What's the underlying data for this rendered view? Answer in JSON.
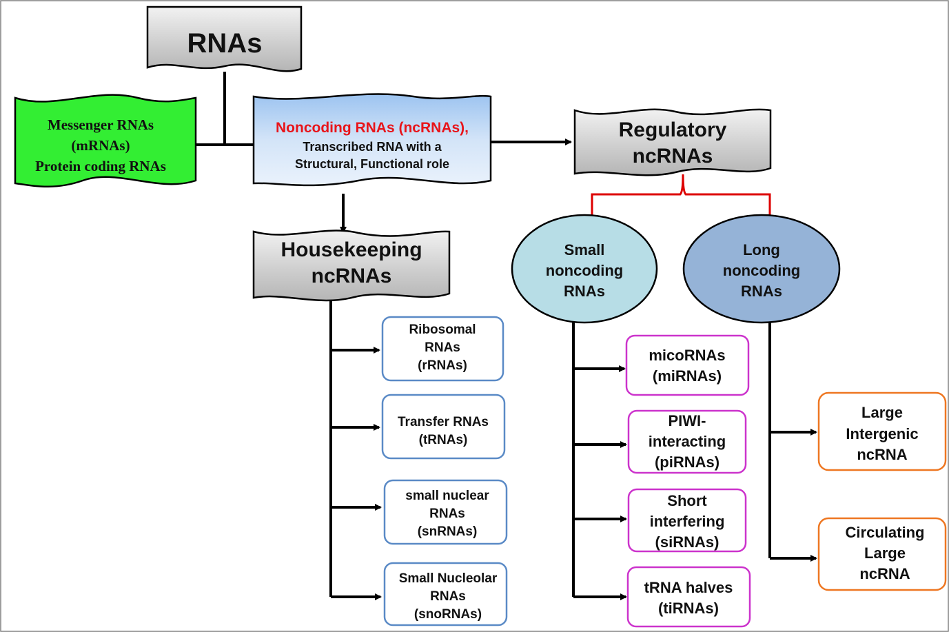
{
  "root": {
    "label": "RNAs"
  },
  "mrna": {
    "line1": "Messenger RNAs",
    "line2": "(mRNAs)",
    "line3": "Protein coding RNAs"
  },
  "ncrna": {
    "title": "Noncoding RNAs (ncRNAs),",
    "line2": "Transcribed RNA with a",
    "line3": "Structural, Functional role"
  },
  "regulatory": {
    "line1": "Regulatory",
    "line2": "ncRNAs"
  },
  "housekeeping": {
    "line1": "Housekeeping",
    "line2": "ncRNAs",
    "items": [
      {
        "lines": [
          "Ribosomal",
          "RNAs",
          "(rRNAs)"
        ]
      },
      {
        "lines": [
          "Transfer RNAs",
          "(tRNAs)"
        ]
      },
      {
        "lines": [
          "small nuclear",
          "RNAs",
          "(snRNAs)"
        ]
      },
      {
        "lines": [
          "Small Nucleolar",
          "RNAs",
          "(snoRNAs)"
        ]
      }
    ]
  },
  "small": {
    "lines": [
      "Small",
      "noncoding",
      "RNAs"
    ],
    "items": [
      {
        "lines": [
          "micoRNAs",
          "(miRNAs)"
        ]
      },
      {
        "lines": [
          "PIWI-",
          "interacting",
          "(piRNAs)"
        ]
      },
      {
        "lines": [
          "Short",
          "interfering",
          "(siRNAs)"
        ]
      },
      {
        "lines": [
          "tRNA halves",
          "(tiRNAs)"
        ]
      }
    ]
  },
  "long": {
    "lines": [
      "Long",
      "noncoding",
      "RNAs"
    ],
    "items": [
      {
        "lines": [
          "Large",
          "Intergenic",
          "ncRNA"
        ]
      },
      {
        "lines": [
          "Circulating",
          "Large",
          "ncRNA"
        ]
      }
    ]
  },
  "colors": {
    "root_fill": "#c9c9c9",
    "mrna_fill": "#33ee33",
    "ncrna_fill": "#c6dcf6",
    "ncrna_title": "#e8141a",
    "small_fill": "#b7dde6",
    "long_fill": "#95b3d7",
    "housekeeping_border": "#5a8ac6",
    "small_border": "#cc33cc",
    "long_border": "#ee7722",
    "bracket": "#dd0000"
  }
}
